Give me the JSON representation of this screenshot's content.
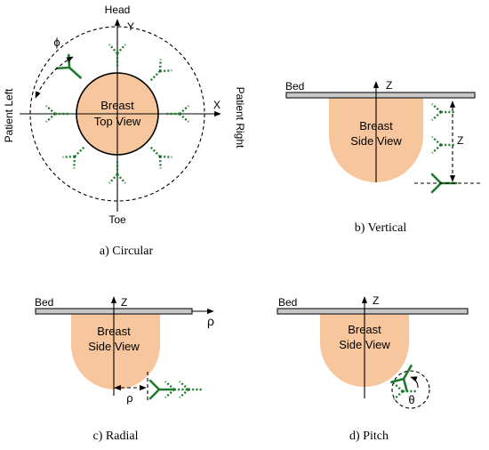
{
  "panel_a": {
    "caption": "a) Circular",
    "head": "Head",
    "toe": "Toe",
    "patient_left": "Patient Left",
    "patient_right": "Patient Right",
    "axis_x": "X",
    "axis_y": "Y",
    "angle": "ϕ",
    "breast_line1": "Breast",
    "breast_line2": "Top View"
  },
  "panel_b": {
    "caption": "b) Vertical",
    "bed": "Bed",
    "axis_z": "Z",
    "dim_z": "Z",
    "breast_line1": "Breast",
    "breast_line2": "Side View"
  },
  "panel_c": {
    "caption": "c) Radial",
    "bed": "Bed",
    "axis_z": "Z",
    "axis_rho": "ρ",
    "dim_rho": "ρ",
    "breast_line1": "Breast",
    "breast_line2": "Side View"
  },
  "panel_d": {
    "caption": "d) Pitch",
    "bed": "Bed",
    "axis_z": "Z",
    "angle": "θ",
    "breast_line1": "Breast",
    "breast_line2": "Side View"
  },
  "colors": {
    "breast": "#f7c69d",
    "antenna": "#1f7a2e",
    "bed": "#c8c8c8"
  }
}
